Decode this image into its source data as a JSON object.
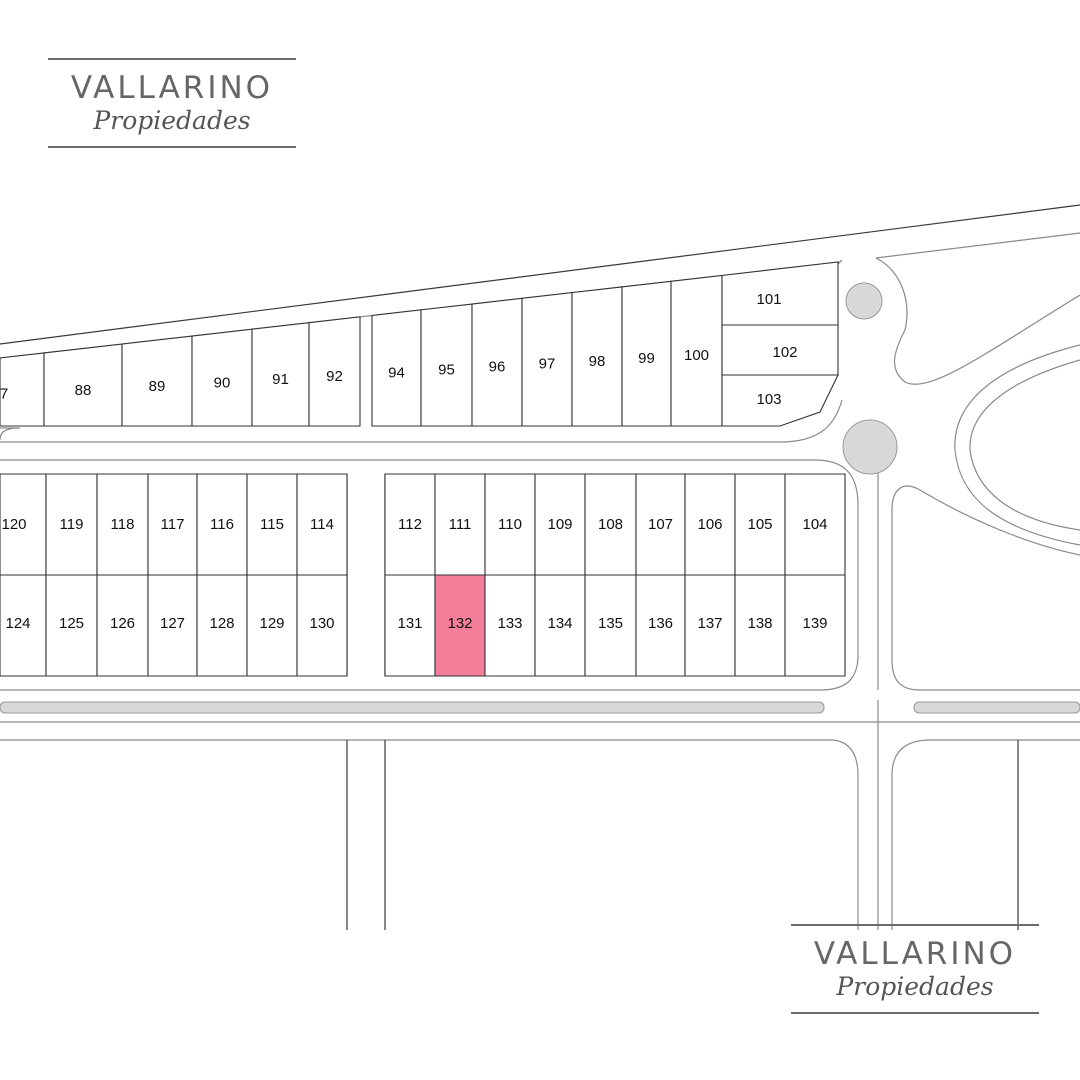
{
  "logos": [
    {
      "brand": "VALLARINO",
      "sub": "Propiedades"
    },
    {
      "brand": "VALLARINO",
      "sub": "Propiedades"
    }
  ],
  "colors": {
    "highlight": "#f47d9a",
    "line": "#333333",
    "road": "#8a8a8a",
    "background": "#ffffff"
  },
  "lots": {
    "top_row": [
      "7",
      "88",
      "89",
      "90",
      "91",
      "92",
      "94",
      "95",
      "96",
      "97",
      "98",
      "99",
      "100",
      "101",
      "102",
      "103"
    ],
    "middle_upper": [
      "120",
      "119",
      "118",
      "117",
      "116",
      "115",
      "114",
      "112",
      "111",
      "110",
      "109",
      "108",
      "107",
      "106",
      "105",
      "104"
    ],
    "middle_lower": [
      "124",
      "125",
      "126",
      "127",
      "128",
      "129",
      "130",
      "131",
      "132",
      "133",
      "134",
      "135",
      "136",
      "137",
      "138",
      "139"
    ],
    "highlighted": "132"
  }
}
